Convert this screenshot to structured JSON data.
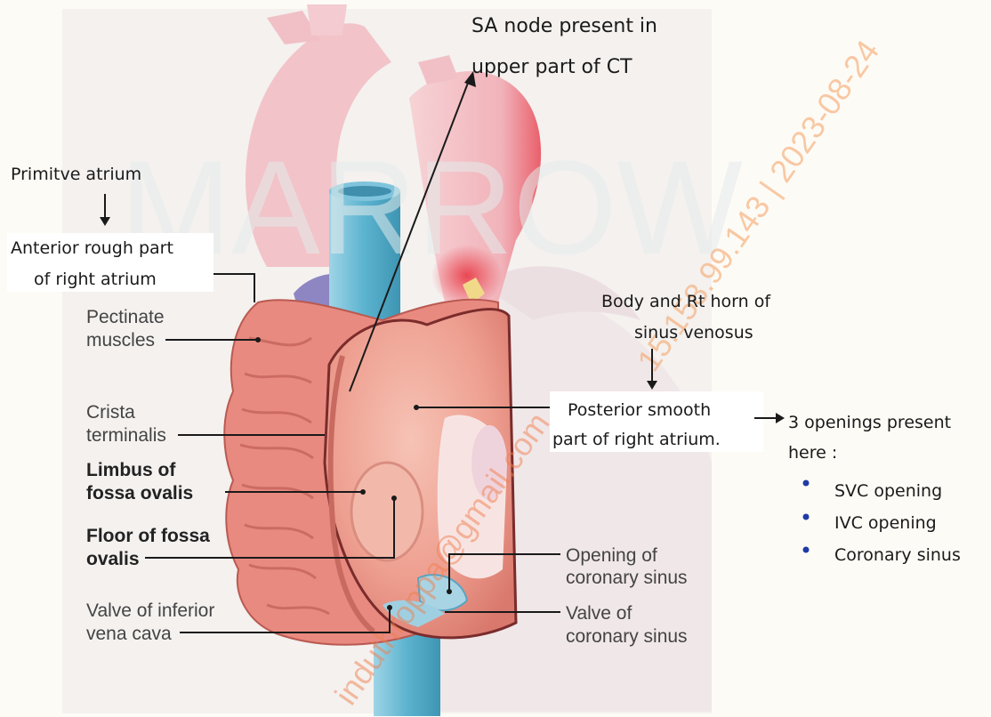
{
  "watermark": {
    "brand": "MARROW",
    "id_text": "15.158.99.143 | 2023-08-24",
    "email_text": "induthroppa@gmail.com"
  },
  "colors": {
    "background": "#fdfbf6",
    "panel": "#f4f1ef",
    "vessel_blue": "#5bb3cf",
    "aorta_pink": "#f2b8bf",
    "atrium_salmon": "#e9837b",
    "bullet_blue": "#1f3aa6"
  },
  "printed_labels": {
    "pectinate": [
      "Pectinate",
      "muscles"
    ],
    "crista": [
      "Crista",
      "terminalis"
    ],
    "limbus": [
      "Limbus of",
      "fossa ovalis"
    ],
    "floor": [
      "Floor of fossa",
      "ovalis"
    ],
    "valve_ivc": [
      "Valve of inferior",
      "vena cava"
    ],
    "opening_cs": [
      "Opening of",
      "coronary sinus"
    ],
    "valve_cs": [
      "Valve of",
      "coronary sinus"
    ]
  },
  "annotations": {
    "sa_node": [
      "SA node present in",
      "upper part of CT"
    ],
    "primitive_atrium": "Primitve atrium",
    "anterior_rough": [
      "Anterior rough part",
      "of right atrium"
    ],
    "body_horn": [
      "Body and Rt horn of",
      "sinus venosus"
    ],
    "posterior_smooth": [
      "Posterior smooth",
      "part of right atrium."
    ],
    "openings_heading": [
      "3 openings present",
      "here :"
    ],
    "openings_list": [
      "SVC opening",
      "IVC opening",
      "Coronary sinus"
    ]
  }
}
